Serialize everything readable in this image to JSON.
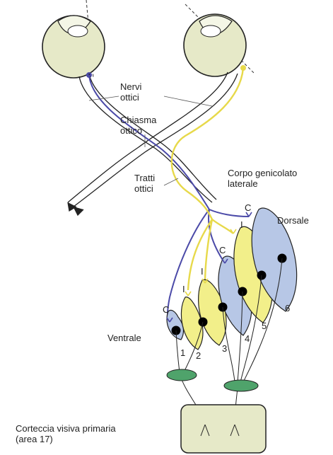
{
  "labels": {
    "nervi": "Nervi",
    "ottici_nervi": "ottici",
    "chiasma": "Chiasma",
    "ottico": "ottico",
    "tratti": "Tratti",
    "ottici_tratti": "ottici",
    "corpo": "Corpo genicolato",
    "laterale": "laterale",
    "dorsale": "Dorsale",
    "ventrale": "Ventrale",
    "corteccia": "Corteccia visiva primaria",
    "area": "(area 17)"
  },
  "layer_numbers": [
    "1",
    "2",
    "3",
    "4",
    "5",
    "6"
  ],
  "layer_eye_labels": [
    "C",
    "I",
    "I",
    "C",
    "I",
    "C"
  ],
  "colors": {
    "eyeball": "#e6e9c8",
    "contra_layer": "#b7c7e6",
    "ipsi_layer": "#f2ef8a",
    "blue_fiber": "#4b4aa8",
    "yellow_fiber": "#e7d94a",
    "relay_green": "#4fa36b",
    "cortex_box": "#e6e9c8"
  }
}
